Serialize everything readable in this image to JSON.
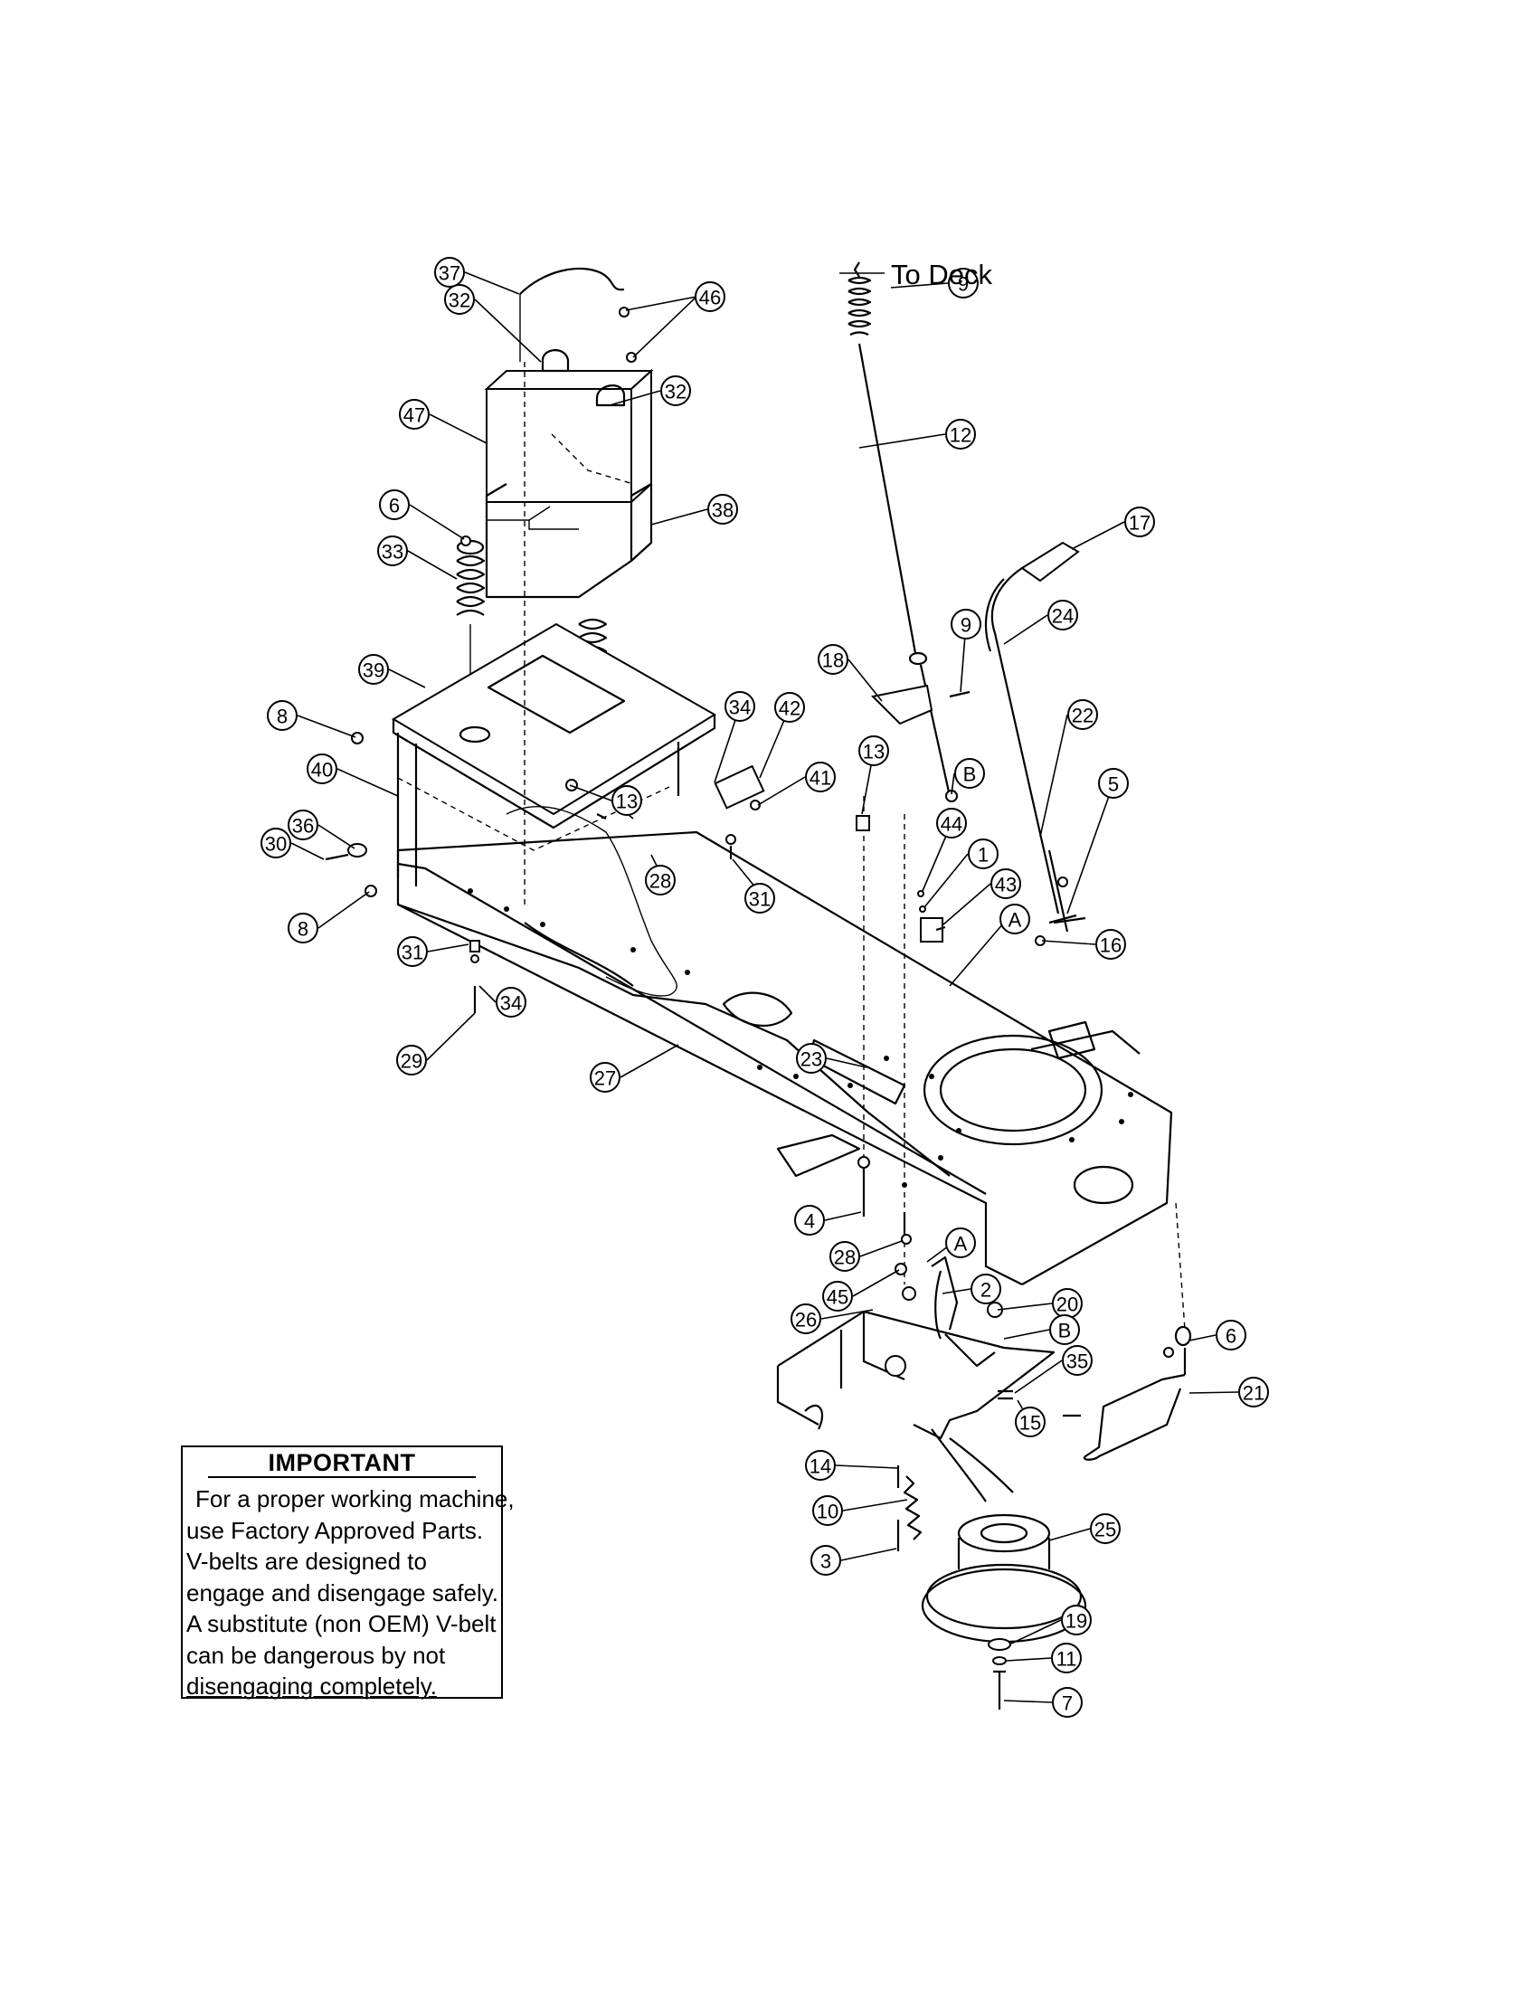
{
  "annotation": {
    "to_deck": "To Deck"
  },
  "important": {
    "title": "IMPORTANT",
    "lines": [
      "For a proper working machine,",
      "use Factory Approved Parts.",
      "V-belts are designed to",
      "engage and disengage safely.",
      "A substitute (non OEM) V-belt",
      "can be dangerous by not",
      "disengaging completely."
    ]
  },
  "callouts": {
    "c37": "37",
    "c46": "46",
    "c32a": "32",
    "c32b": "32",
    "c47": "47",
    "c38": "38",
    "c6a": "6",
    "c33": "33",
    "c39": "39",
    "c8a": "8",
    "c40": "40",
    "c36": "36",
    "c30": "30",
    "c8b": "8",
    "c31a": "31",
    "c34a": "34",
    "c29": "29",
    "c27": "27",
    "c34b": "34",
    "c42": "42",
    "c41": "41",
    "c13a": "13",
    "c28a": "28",
    "c31b": "31",
    "c9a": "9",
    "c12": "12",
    "c17": "17",
    "c24": "24",
    "c9b": "9",
    "c18": "18",
    "c13b": "13",
    "cBa": "B",
    "c22": "22",
    "c5": "5",
    "c44": "44",
    "c1": "1",
    "c43": "43",
    "cAa": "A",
    "c16": "16",
    "c23": "23",
    "c4": "4",
    "c28b": "28",
    "cAb": "A",
    "c45": "45",
    "c2": "2",
    "c20": "20",
    "c26": "26",
    "cBb": "B",
    "c35": "35",
    "c6b": "6",
    "c15": "15",
    "c21": "21",
    "c14": "14",
    "c10": "10",
    "c25": "25",
    "c3": "3",
    "c19": "19",
    "c11": "11",
    "c7": "7"
  }
}
